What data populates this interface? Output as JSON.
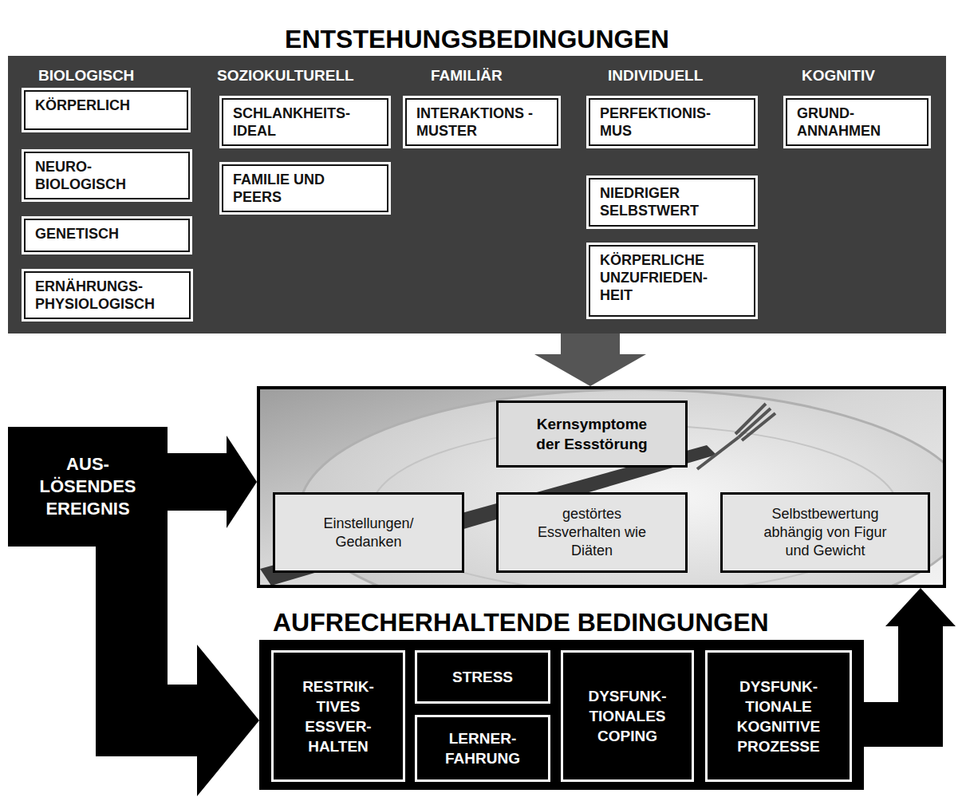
{
  "diagram": {
    "nodes": [
      {
        "text": [
          "ENTSTEHUNGSBEDINGUNGEN"
        ]
      },
      {
        "text": [
          "KÖRPERLICH"
        ],
        "in": 0
      },
      {
        "text": [
          "NEURO- BIOLOGISCH"
        ],
        "in": 0
      },
      {
        "text": [
          "GENETISCH"
        ],
        "in": 0
      },
      {
        "text": [
          "ERNÄHRUNGS- PHYSIOLOGISCH"
        ],
        "in": 0
      },
      {
        "text": [
          "SCHLANKHEITS- IDEAL"
        ],
        "in": 0
      },
      {
        "text": [
          "FAMILIE UND PEERS"
        ],
        "in": 0
      },
      {
        "text": [
          "INTERAKTIONS -MUSTER"
        ],
        "in": 0
      },
      {
        "text": [
          "PERFEKTIONIS- MUS"
        ],
        "in": 0
      },
      {
        "text": [
          "NIEDRIGER SELBSTWERT"
        ],
        "in": 0
      },
      {
        "text": [
          "KÖRPERLICHE UNZUFRIEDEN- HEIT"
        ],
        "in": 0
      },
      {
        "text": [
          "GRUND- ANNAHMEN"
        ],
        "in": 0
      },
      {
        "text": [
          "AUS- LÖSENDES EREIGNIS"
        ]
      },
      {
        "text": [
          "Kernsymptome der Essstörung"
        ]
      },
      {
        "text": [
          "Einstellungen/ Gedanken"
        ],
        "in": 13
      },
      {
        "text": [
          "gestörtes Essverhalten wie Diäten"
        ],
        "in": 13
      },
      {
        "text": [
          "Selbstbewertung abhängig von Figur und Gewicht"
        ],
        "in": 13
      },
      {
        "text": [
          "AUFRECHERHALTENDE BEDINGUNGEN"
        ]
      },
      {
        "text": [
          "RESTRIK- TIVES ESSVER- HALTEN"
        ],
        "in": 17
      },
      {
        "text": [
          "STRESS"
        ],
        "in": 17
      },
      {
        "text": [
          "LERNER- FAHRUNG"
        ],
        "in": 17
      },
      {
        "text": [
          "DYSFUNK- TIONALES COPING"
        ],
        "in": 17
      },
      {
        "text": [
          "DYSFUNK- TIONALE KOGNITIVE PROZESSE"
        ],
        "in": 17
      }
    ],
    "edges": [
      {
        "from": 0,
        "to": 13,
        "arrow": "to"
      },
      {
        "from": 12,
        "to": 13,
        "arrow": "to"
      },
      {
        "from": 12,
        "to": 17,
        "arrow": "to"
      },
      {
        "from": 17,
        "to": 13,
        "arrow": "to"
      }
    ],
    "labels": [
      "BIOLOGISCH",
      "SOZIOKULTURELL",
      "FAMILIÄR",
      "INDIVIDUELL",
      "KOGNITIV"
    ]
  }
}
